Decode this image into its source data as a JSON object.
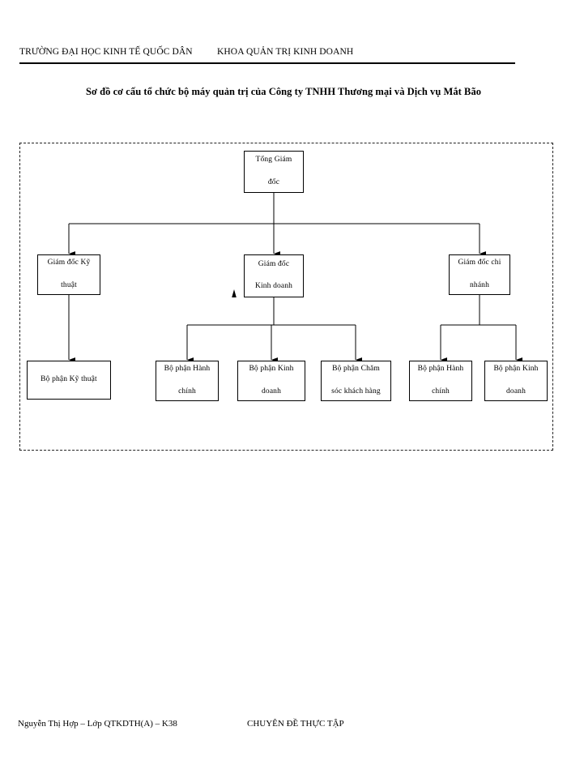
{
  "document": {
    "header": {
      "university": "TRƯỜNG ĐẠI HỌC KINH TẾ QUỐC DÂN",
      "faculty": "KHOA QUẢN TRỊ KINH DOANH"
    },
    "title": "Sơ đồ cơ cấu tổ chức bộ máy quản trị của Công ty TNHH Thương mại và Dịch vụ Mắt Bão",
    "footer": {
      "author": "Nguyễn Thị Hợp – Lớp QTKDTH(A) – K38",
      "subject": "CHUYÊN ĐỀ THỰC TẬP"
    }
  },
  "chart_data": {
    "type": "diagram",
    "diagram_kind": "organizational-chart",
    "title": "Sơ đồ cơ cấu tổ chức bộ máy quản trị của Công ty TNHH Thương mại và Dịch vụ Mắt Bão",
    "orientation": "top-down",
    "frame": {
      "style": "dashed",
      "color": "#222222"
    },
    "node_style": {
      "border": "#000000",
      "fill": "#ffffff"
    },
    "connector_style": {
      "color": "#000000",
      "arrowhead": "filled-triangle-down"
    },
    "nodes": [
      {
        "id": "ceo",
        "label": "Tổng Giám đốc",
        "level": 1,
        "parent": null
      },
      {
        "id": "tech_dir",
        "label": "Giám đốc Kỹ thuật",
        "level": 2,
        "parent": "ceo"
      },
      {
        "id": "biz_dir",
        "label": "Giám đốc Kinh doanh",
        "level": 2,
        "parent": "ceo"
      },
      {
        "id": "branch_dir",
        "label": "Giám đốc chi nhánh",
        "level": 2,
        "parent": "ceo"
      },
      {
        "id": "tech_dept",
        "label": "Bộ phận Kỹ thuật",
        "level": 3,
        "parent": "tech_dir"
      },
      {
        "id": "admin_dept",
        "label": "Bộ phận Hành chính",
        "level": 3,
        "parent": "biz_dir"
      },
      {
        "id": "biz_dept",
        "label": "Bộ phận Kinh doanh",
        "level": 3,
        "parent": "biz_dir"
      },
      {
        "id": "care_dept",
        "label": "Bộ phận Chăm sóc khách hàng",
        "level": 3,
        "parent": "biz_dir"
      },
      {
        "id": "br_admin",
        "label": "Bộ phận Hành chính",
        "level": 3,
        "parent": "branch_dir"
      },
      {
        "id": "br_biz",
        "label": "Bộ phận Kinh doanh",
        "level": 3,
        "parent": "branch_dir"
      }
    ],
    "edges": [
      {
        "from": "ceo",
        "to": "tech_dir"
      },
      {
        "from": "ceo",
        "to": "biz_dir"
      },
      {
        "from": "ceo",
        "to": "branch_dir"
      },
      {
        "from": "tech_dir",
        "to": "tech_dept"
      },
      {
        "from": "biz_dir",
        "to": "admin_dept"
      },
      {
        "from": "biz_dir",
        "to": "biz_dept"
      },
      {
        "from": "biz_dir",
        "to": "care_dept"
      },
      {
        "from": "branch_dir",
        "to": "br_admin"
      },
      {
        "from": "branch_dir",
        "to": "br_biz"
      }
    ]
  },
  "nodes": {
    "ceo": {
      "line1": "Tổng Giám",
      "line2": "đốc"
    },
    "tech_dir": {
      "line1": "Giám đốc Kỹ",
      "line2": "thuật"
    },
    "biz_dir": {
      "line1": "Giám đốc",
      "line2": "Kinh doanh"
    },
    "branch_dir": {
      "line1": "Giám đốc chi",
      "line2": "nhánh"
    },
    "tech_dept": {
      "line1": "Bộ phận Kỹ thuật",
      "line2": ""
    },
    "admin_dept": {
      "line1": "Bộ phận Hành",
      "line2": "chính"
    },
    "biz_dept": {
      "line1": "Bộ phận Kinh",
      "line2": "doanh"
    },
    "care_dept": {
      "line1": "Bộ phận Chăm",
      "line2": "sóc khách hàng"
    },
    "br_admin": {
      "line1": "Bộ phận Hành",
      "line2": "chính"
    },
    "br_biz": {
      "line1": "Bộ phận Kinh",
      "line2": "doanh"
    }
  }
}
